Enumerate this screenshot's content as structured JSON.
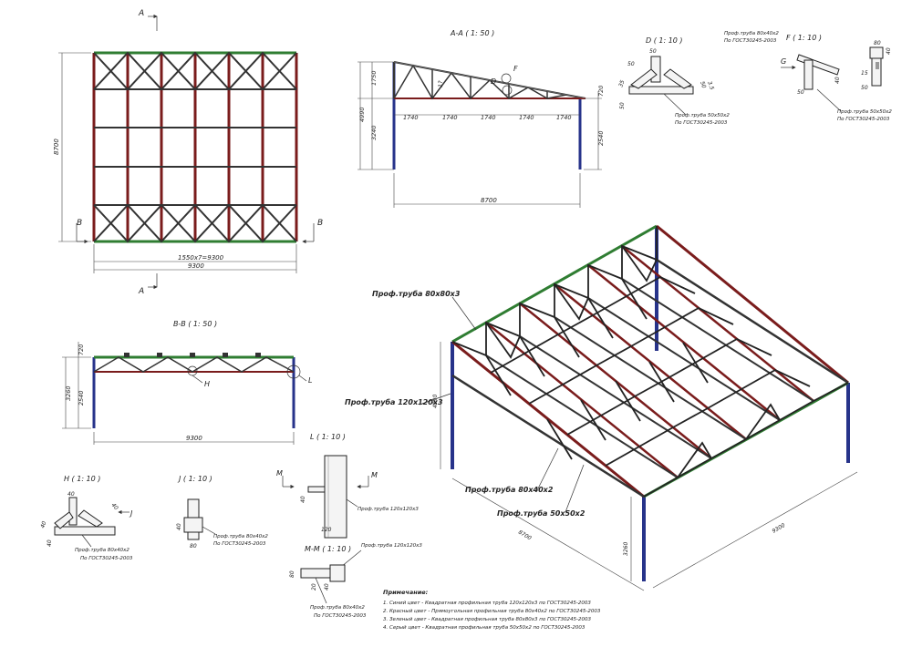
{
  "colors": {
    "blue_column": "#27338a",
    "red_rectangular": "#7a1c1c",
    "green_square": "#2f7d32",
    "grey_square": "#222222",
    "background": "#ffffff"
  },
  "plan_view": {
    "label_a_top": "A",
    "label_a_bottom": "A",
    "label_b_left": "B",
    "label_b_right": "B",
    "dim_height": "8700",
    "dim_spacing": "1550x7=9300",
    "dim_width": "9300"
  },
  "section_aa": {
    "title": "A-A ( 1: 50 )",
    "dim_total_height": "4990",
    "dim_truss_height": "1750",
    "dim_column_left": "3240",
    "dim_truss_right": "720",
    "dim_column_right": "2540",
    "dim_mid_small": "1?",
    "bay_dims": [
      "1740",
      "1740",
      "1740",
      "1740",
      "1740"
    ],
    "dim_span": "8700",
    "label_f": "F",
    "label_d": "D"
  },
  "section_bb": {
    "title": "B-B ( 1: 50 )",
    "dim_top": "720",
    "dim_total": "3260",
    "dim_column": "2540",
    "dim_span": "9300",
    "label_h": "H",
    "label_l": "L"
  },
  "detail_d": {
    "title": "D ( 1: 10 )",
    "dim_a": "50",
    "dim_b": "50",
    "dim_c": "35",
    "dim_d": "50",
    "dim_e": "3.5",
    "dim_f": "50",
    "note_line1": "Проф.труба 50x50x2",
    "note_line2": "По ГОСТ30245-2003"
  },
  "detail_f": {
    "title": "F ( 1: 10 )",
    "note_top_line1": "Проф.труба 80x40x2",
    "note_top_line2": "По ГОСТ30245-2003",
    "label_g": "G",
    "dim_a": "40",
    "dim_b": "50",
    "note_bottom_line1": "Проф.труба 50x50x2",
    "note_bottom_line2": "По ГОСТ30245-2003"
  },
  "detail_g": {
    "dim_top": "80",
    "dim_side": "40",
    "dim_mid": "15",
    "dim_bottom": "50"
  },
  "detail_h": {
    "title": "H ( 1: 10 )",
    "dim_top": "40",
    "dim_left": "40",
    "dim_right": "40",
    "dim_bottom": "40",
    "label_j": "J",
    "note_line1": "Проф.труба 80x40x2",
    "note_line2": "По ГОСТ30245-2003"
  },
  "detail_j": {
    "title": "J ( 1: 10 )",
    "dim_side": "40",
    "dim_bottom": "80",
    "note_line1": "Проф.труба 80x40x2",
    "note_line2": "По ГОСТ30245-2003"
  },
  "detail_l": {
    "title": "L ( 1: 10 )",
    "label_m_left": "M",
    "label_m_right": "M",
    "dim_side": "40",
    "dim_bottom": "120",
    "note": "Проф.труба 120x120x3"
  },
  "detail_mm": {
    "title": "M-M ( 1: 10 )",
    "note_top": "Проф.труба 120x120x3",
    "dim_left": "80",
    "dim_bottom": "20",
    "dim_right": "40",
    "note_line1": "Проф.труба 80x40x2",
    "note_line2": "По ГОСТ30245-2003"
  },
  "iso_view": {
    "callout_80x80": "Проф.труба 80x80x3",
    "callout_120x120": "Проф.труба 120x120x3",
    "callout_80x40": "Проф.труба 80x40x2",
    "callout_50x50": "Проф.труба 50x50x2",
    "dim_left_col": "4990",
    "dim_right_col": "3260",
    "dim_depth": "8700",
    "dim_width": "9300"
  },
  "notes": {
    "heading": "Примечание:",
    "items": [
      "1. Синий цвет - Квадратная профильная труба 120x120x3 по ГОСТ30245-2003",
      "2. Красный цвет - Прямоугольная профильная труба 80x40x2 по ГОСТ30245-2003",
      "3. Зеленый цвет - Квадратная профильная труба 80x80x3 по ГОСТ30245-2003",
      "4. Серый цвет - Квадратная профильная труба 50x50x2 по ГОСТ30245-2003"
    ]
  }
}
